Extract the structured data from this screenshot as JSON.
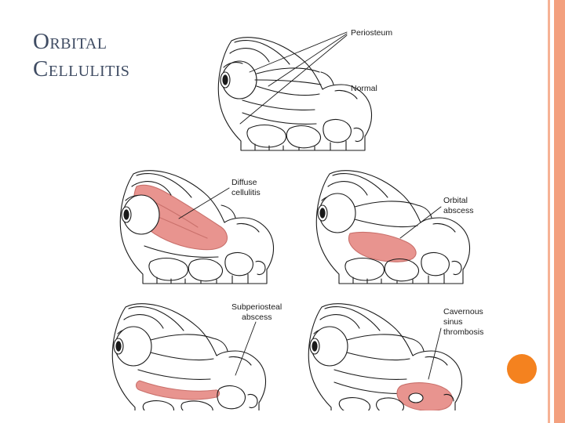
{
  "slide": {
    "title_line1": "Orbital",
    "title_line2": "Cellulitis",
    "background_color": "#ffffff",
    "accent_bar_color": "#f3a07e",
    "accent_dot_color": "#f4821f",
    "title_color": "#3f4c63"
  },
  "figure": {
    "name": "orbital-cellulitis-stages-diagram",
    "inflamed_tissue_color": "#e8948f",
    "line_color": "#1a1a1a",
    "panels": [
      {
        "id": "normal",
        "labels": [
          {
            "id": "periosteum",
            "text": "Periosteum"
          },
          {
            "id": "normal",
            "text": "Normal"
          }
        ]
      },
      {
        "id": "diffuse-cellulitis",
        "labels": [
          {
            "id": "diffuse-cellulitis-line1",
            "text": "Diffuse"
          },
          {
            "id": "diffuse-cellulitis-line2",
            "text": "cellulitis"
          }
        ]
      },
      {
        "id": "orbital-abscess",
        "labels": [
          {
            "id": "orbital-abscess-line1",
            "text": "Orbital"
          },
          {
            "id": "orbital-abscess-line2",
            "text": "abscess"
          }
        ]
      },
      {
        "id": "subperiosteal-abscess",
        "labels": [
          {
            "id": "subperiosteal-abscess-line1",
            "text": "Subperiosteal"
          },
          {
            "id": "subperiosteal-abscess-line2",
            "text": "abscess"
          }
        ]
      },
      {
        "id": "cavernous-sinus-thrombosis",
        "labels": [
          {
            "id": "cavernous-sinus-thrombosis-line1",
            "text": "Cavernous"
          },
          {
            "id": "cavernous-sinus-thrombosis-line2",
            "text": "sinus"
          },
          {
            "id": "cavernous-sinus-thrombosis-line3",
            "text": "thrombosis"
          }
        ]
      }
    ]
  }
}
